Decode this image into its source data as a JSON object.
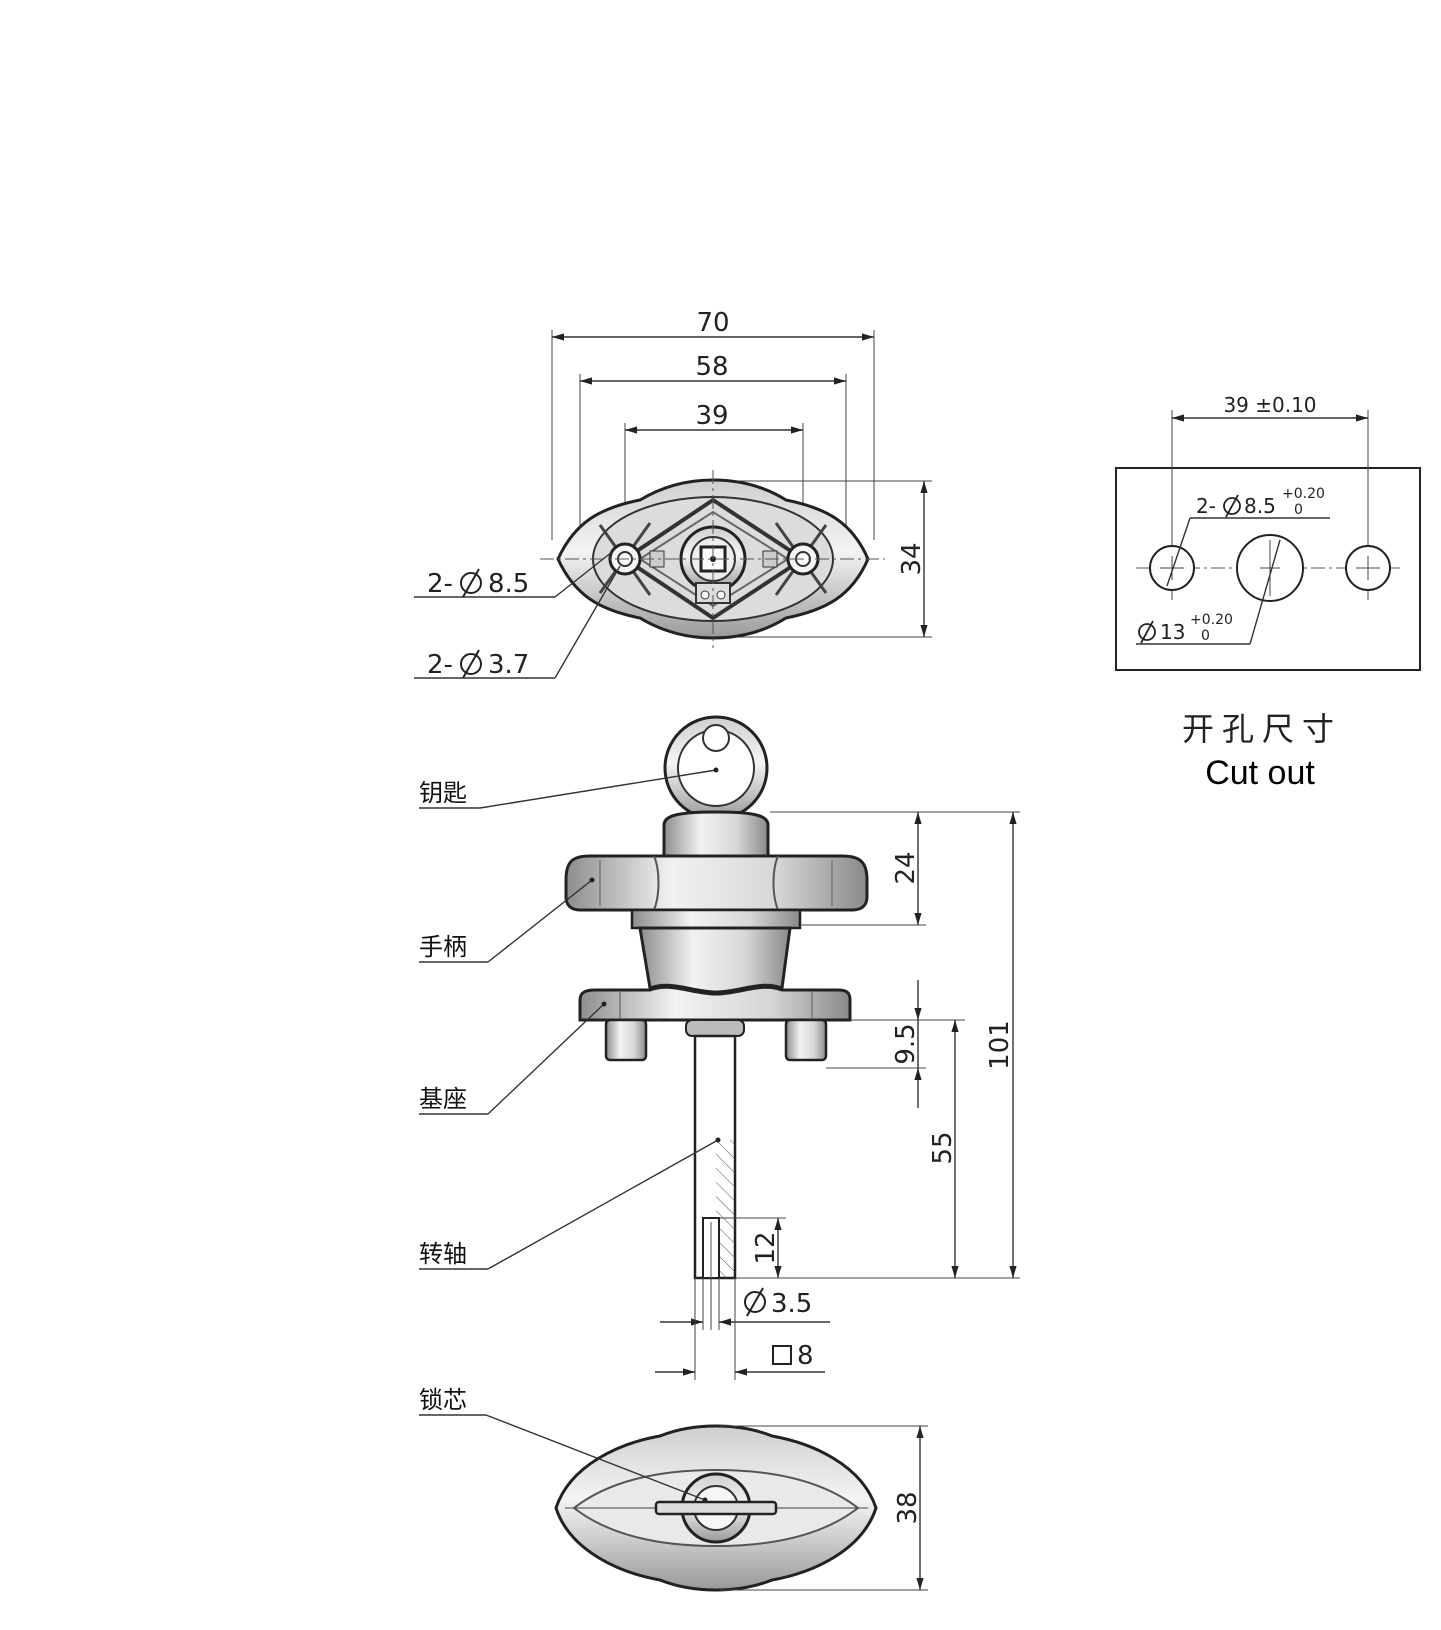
{
  "top_view": {
    "dim_overall": "70",
    "dim_middle": "58",
    "dim_holes": "39",
    "dim_height": "34",
    "callout_mount": "2-",
    "callout_mount_value": "8.5",
    "callout_small": "2-",
    "callout_small_value": "3.7"
  },
  "front_view": {
    "labels": {
      "key": "钥匙",
      "handle": "手柄",
      "base": "基座",
      "shaft": "转轴"
    },
    "dim_handle": "24",
    "dim_total": "101",
    "dim_base": "9.5",
    "dim_shaft": "55",
    "dim_slot": "12",
    "dim_shaft_dia": "3.5",
    "dim_square": "8"
  },
  "bottom_view": {
    "label_core": "锁芯",
    "dim_height": "38"
  },
  "cutout": {
    "dim_spacing": "39 ±0.10",
    "callout_holes": "2-",
    "callout_holes_value": "8.5",
    "callout_holes_tol_upper": "+0.20",
    "callout_holes_tol_lower": "0",
    "callout_center_value": "13",
    "callout_center_tol_upper": "+0.20",
    "callout_center_tol_lower": "0",
    "title_cn": "开孔尺寸",
    "title_en": "Cut out"
  }
}
